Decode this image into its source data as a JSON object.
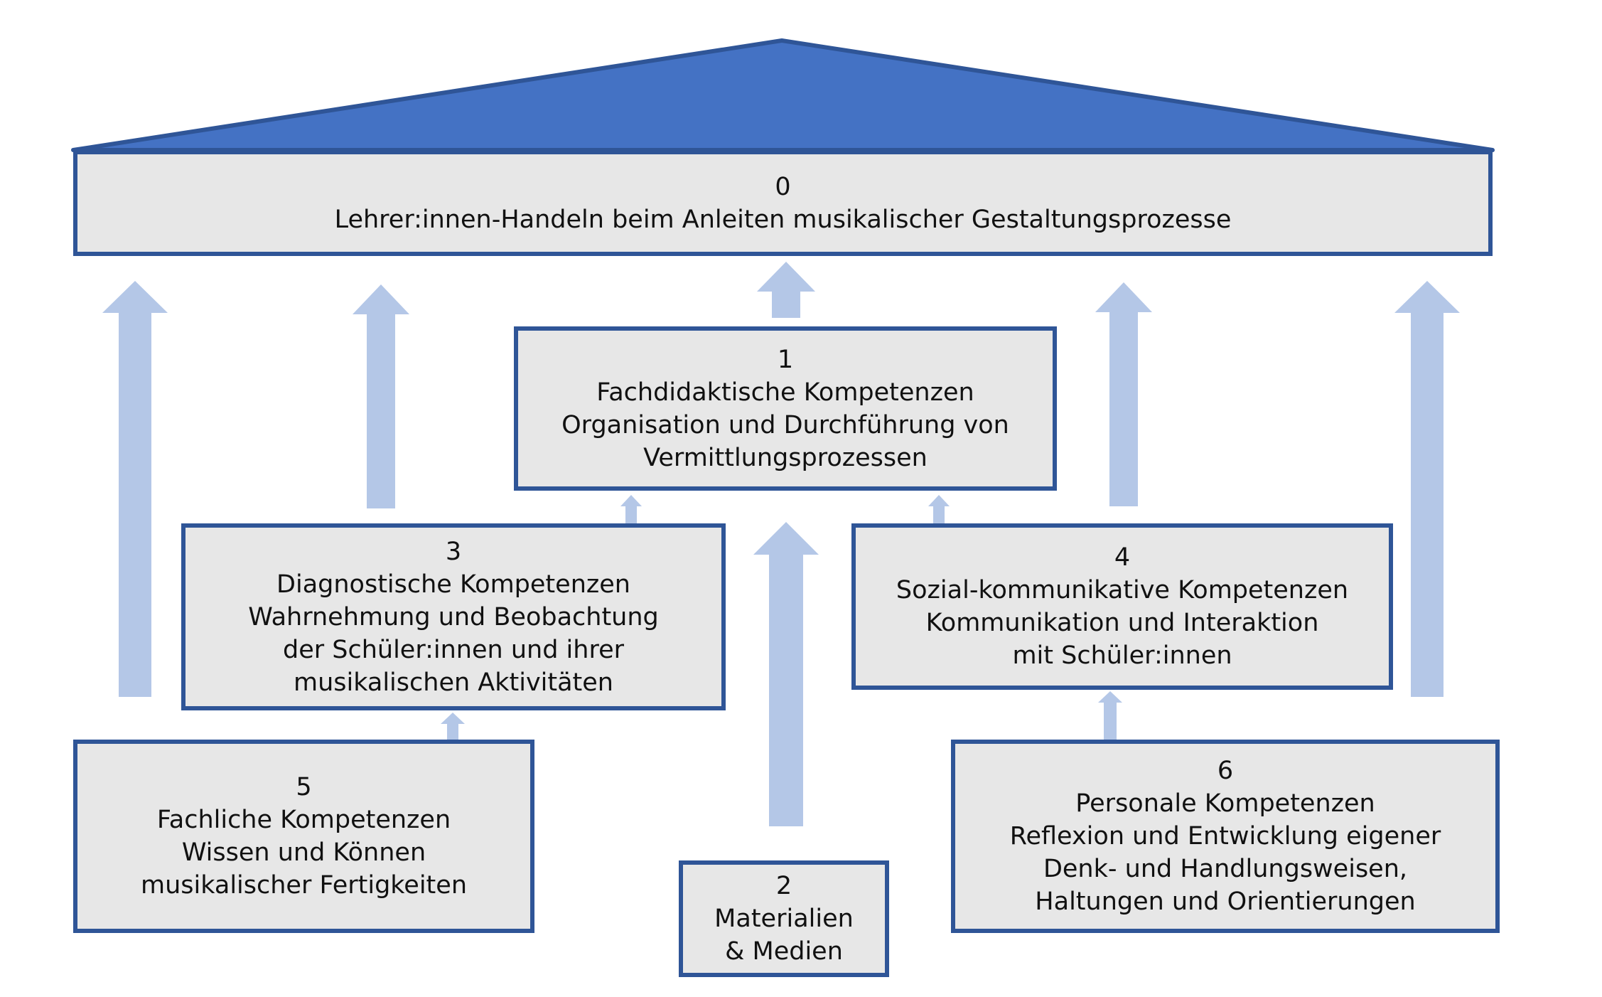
{
  "colors": {
    "roof_fill": "#4472c4",
    "border": "#2f5597",
    "box_fill": "#e7e7e7",
    "arrow": "#b4c7e7",
    "text": "#111111"
  },
  "boxes": {
    "b0": {
      "number": "0",
      "lines": [
        "Lehrer:innen-Handeln beim Anleiten musikalischer Gestaltungsprozesse"
      ]
    },
    "b1": {
      "number": "1",
      "lines": [
        "Fachdidaktische Kompetenzen",
        "Organisation und Durchführung von",
        "Vermittlungsprozessen"
      ]
    },
    "b2": {
      "number": "2",
      "lines": [
        "Materialien",
        "& Medien"
      ]
    },
    "b3": {
      "number": "3",
      "lines": [
        "Diagnostische Kompetenzen",
        "Wahrnehmung und Beobachtung",
        "der Schüler:innen und ihrer",
        "musikalischen Aktivitäten"
      ]
    },
    "b4": {
      "number": "4",
      "lines": [
        "Sozial-kommunikative Kompetenzen",
        "Kommunikation und Interaktion",
        "mit Schüler:innen"
      ]
    },
    "b5": {
      "number": "5",
      "lines": [
        "Fachliche Kompetenzen",
        "Wissen und Können",
        "musikalischer Fertigkeiten"
      ]
    },
    "b6": {
      "number": "6",
      "lines": [
        "Personale Kompetenzen",
        "Reflexion und Entwicklung eigener",
        "Denk- und Handlungsweisen,",
        "Haltungen und Orientierungen"
      ]
    }
  }
}
